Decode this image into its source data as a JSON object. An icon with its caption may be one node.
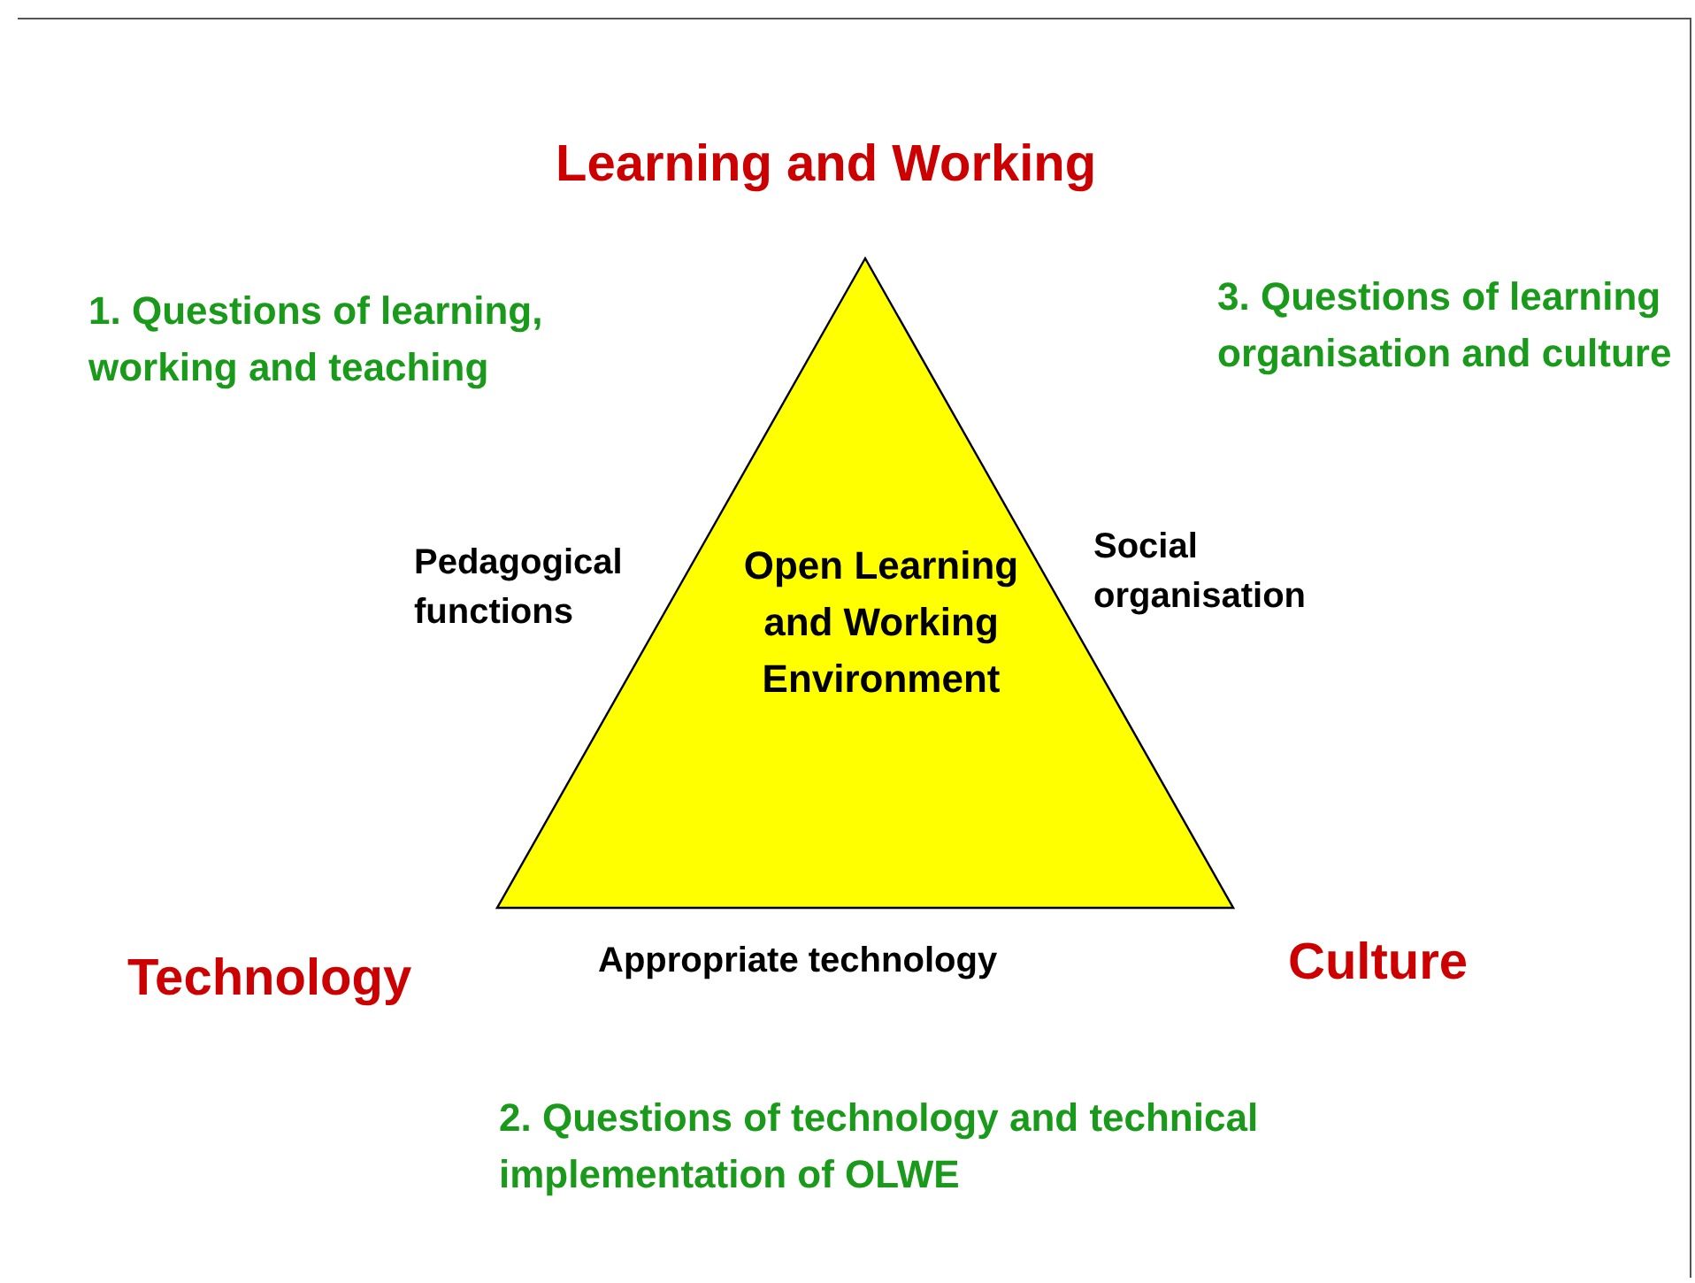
{
  "diagram": {
    "nodes": [
      {
        "text": [
          "Open Learning and Working Environment"
        ]
      }
    ],
    "edges": [],
    "labels": [
      "Learning and Working",
      "1. Questions of learning, working and teaching",
      "3. Questions of learning organisation and culture",
      "Pedagogical functions",
      "Social organisation",
      "Technology",
      "Appropriate technology",
      "Culture",
      "2. Questions of technology and technical implementation of OLWE"
    ]
  }
}
